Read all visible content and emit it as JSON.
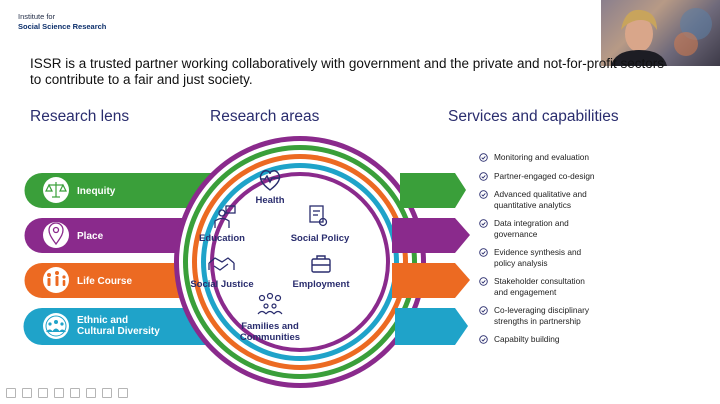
{
  "logo": {
    "line1": "Institute for",
    "line2": "Social Science Research"
  },
  "intro": "ISSR is a trusted partner working collaboratively with government and the private and not-for-profit sectors to contribute to a fair and just society.",
  "columns": {
    "lens_title": "Research lens",
    "areas_title": "Research areas",
    "services_title": "Services and capabilities"
  },
  "lenses": [
    {
      "label": "Inequity",
      "color": "#3a9f3a",
      "icon": "scales-icon"
    },
    {
      "label": "Place",
      "color": "#8a2a8c",
      "icon": "map-pin-icon"
    },
    {
      "label": "Life Course",
      "color": "#ec6a22",
      "icon": "life-course-icon"
    },
    {
      "label_line1": "Ethnic and",
      "label_line2": "Cultural Diversity",
      "color": "#1fa3c9",
      "icon": "diversity-icon"
    }
  ],
  "areas": {
    "health": "Health",
    "education": "Education",
    "social_policy": "Social Policy",
    "social_justice": "Social Justice",
    "employment": "Employment",
    "families_line1": "Families and",
    "families_line2": "Communities"
  },
  "services": [
    {
      "line1": "Monitoring and evaluation",
      "line2": ""
    },
    {
      "line1": "Partner-engaged co-design",
      "line2": ""
    },
    {
      "line1": "Advanced qualitative and",
      "line2": "quantitative analytics"
    },
    {
      "line1": "Data integration and",
      "line2": "governance"
    },
    {
      "line1": "Evidence synthesis and",
      "line2": "policy analysis"
    },
    {
      "line1": "Stakeholder consultation",
      "line2": "and engagement"
    },
    {
      "line1": "Co-leveraging disciplinary",
      "line2": "strengths in partnership"
    },
    {
      "line1": "Capabilty building",
      "line2": ""
    }
  ],
  "colors": {
    "title_navy": "#2a2d6e",
    "green": "#3a9f3a",
    "purple": "#8a2a8c",
    "orange": "#ec6a22",
    "teal": "#1fa3c9"
  }
}
